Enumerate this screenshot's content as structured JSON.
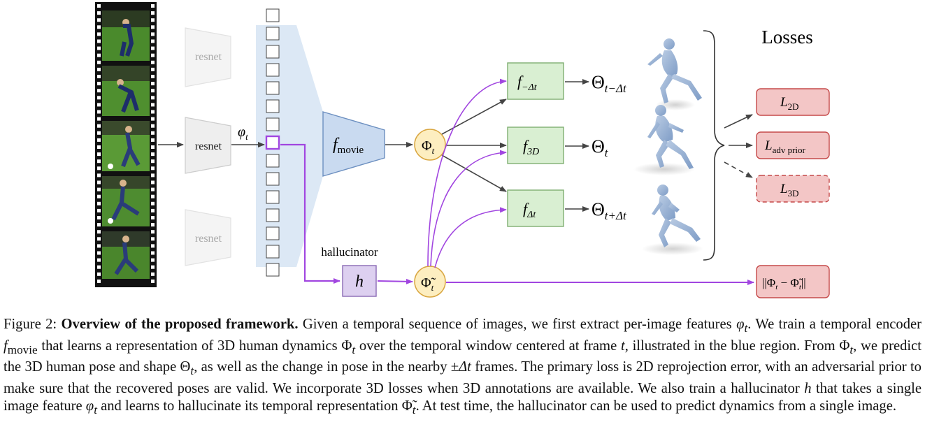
{
  "diagram": {
    "encoders": {
      "faded_top": "resnet",
      "main": "resnet",
      "faded_bottom": "resnet"
    },
    "phi_label": "φ",
    "phi_sub": "t",
    "temporal_encoder": {
      "symbol": "f",
      "sub": "movie"
    },
    "Phi_node": {
      "symbol": "Φ",
      "sub": "t"
    },
    "Phi_tilde_node": {
      "symbol": "Φ̃",
      "sub": "t"
    },
    "hallucinator": {
      "label": "hallucinator",
      "symbol": "h"
    },
    "predictors": [
      {
        "symbol": "f",
        "sub": "−Δt",
        "output": "Θ",
        "output_sub": "t−Δt"
      },
      {
        "symbol": "f",
        "sub": "3D",
        "output": "Θ",
        "output_sub": "t"
      },
      {
        "symbol": "f",
        "sub": "Δt",
        "output": "Θ",
        "output_sub": "t+Δt"
      }
    ],
    "losses_title": "Losses",
    "losses": [
      {
        "main": "L",
        "sub": "2D",
        "style": "solid"
      },
      {
        "main": "L",
        "sub": "adv prior",
        "style": "solid"
      },
      {
        "main": "L",
        "sub": "3D",
        "style": "dashed"
      },
      {
        "main": "||Φ",
        "sub": "t",
        "mid": " − Φ̃",
        "sub2": "t",
        "end": "||",
        "style": "solid"
      }
    ],
    "colors": {
      "feature_blue": "#dce8f5",
      "encoder_blue": "#c9daf0",
      "phi_yellow": "#fdeec0",
      "phi_yellow_stroke": "#d9a640",
      "predictor_green": "#d9efd2",
      "predictor_stroke": "#7fae72",
      "loss_red": "#f3c6c6",
      "loss_stroke": "#c54a4a",
      "hallucinator_purple": "#ddd0f0",
      "purple_line": "#a146e0",
      "resnet_gray": "#eeeeee"
    }
  },
  "caption": {
    "figure": "Figure 2:",
    "title": "Overview of the proposed framework.",
    "p1": "Given a temporal sequence of images, we first extract per-image features",
    "phi": "φ",
    "t": "t",
    "p2": ". We train a temporal encoder",
    "f": "f",
    "movie": "movie",
    "p3": "that learns a representation of 3D human dynamics",
    "Phi": "Φ",
    "p4": "over the temporal window centered at frame",
    "p5": ", illustrated in the blue region. From",
    "p6": ", we predict the 3D human pose and shape",
    "Theta": "Θ",
    "p7": ", as well as the change in pose in the nearby",
    "pmdt": "±Δt",
    "p8": "frames. The primary loss is 2D reprojection error, with an adversarial prior to make sure that the recovered poses are valid. We incorporate 3D losses when 3D annotations are available. We also train a hallucinator",
    "h": "h",
    "p9": "that takes a single image feature",
    "p10": "and learns to hallucinate its temporal representation",
    "PhiTilde": "Φ̃",
    "p11": ". At test time, the hallucinator can be used to predict dynamics from a single image."
  }
}
